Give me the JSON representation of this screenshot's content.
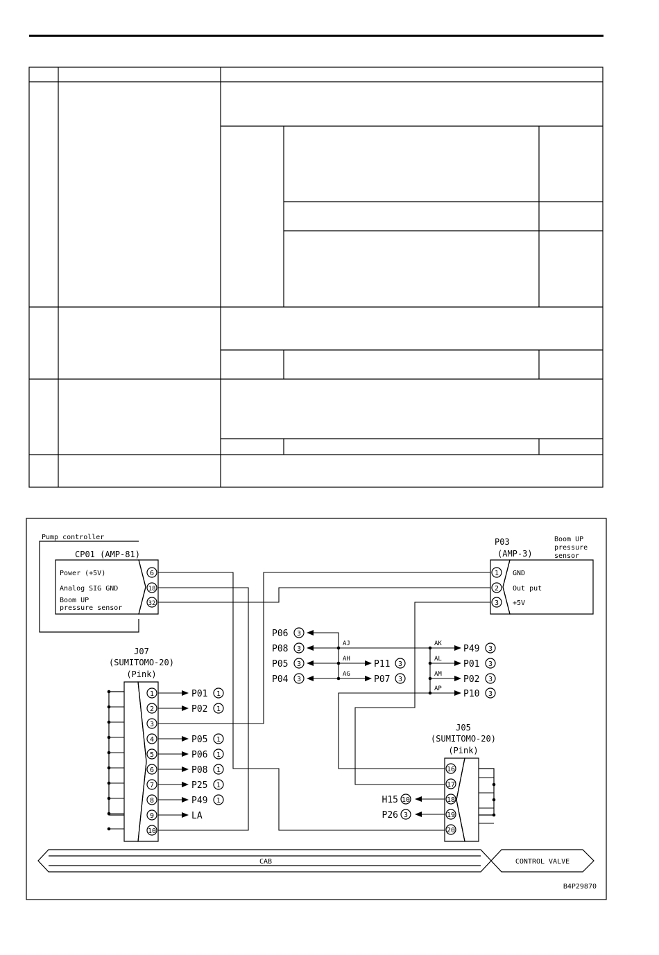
{
  "figure_code": "B4P29870",
  "pump_controller": {
    "title": "Pump controller",
    "connector": "CP01 (AMP-81)",
    "pins": [
      {
        "label": "Power (+5V)",
        "pin": "6"
      },
      {
        "label": "Analog SIG GND",
        "pin": "18"
      },
      {
        "label": "Boom UP",
        "label2": "pressure sensor",
        "pin": "32"
      }
    ]
  },
  "sensor": {
    "connector": "P03",
    "type": "(AMP-3)",
    "title_lines": [
      "Boom UP",
      "pressure",
      "sensor"
    ],
    "pins": [
      {
        "pin": "1",
        "label": "GND"
      },
      {
        "pin": "2",
        "label": "Out put"
      },
      {
        "pin": "3",
        "label": "+5V"
      }
    ]
  },
  "j07": {
    "name": "J07",
    "type": "(SUMITOMO-20)",
    "color": "(Pink)",
    "pins": [
      {
        "pin": "1",
        "dest": "P01",
        "dest_pin": "1"
      },
      {
        "pin": "2",
        "dest": "P02",
        "dest_pin": "1"
      },
      {
        "pin": "3",
        "dest": "",
        "dest_pin": ""
      },
      {
        "pin": "4",
        "dest": "P05",
        "dest_pin": "1"
      },
      {
        "pin": "5",
        "dest": "P06",
        "dest_pin": "1"
      },
      {
        "pin": "6",
        "dest": "P08",
        "dest_pin": "1"
      },
      {
        "pin": "7",
        "dest": "P25",
        "dest_pin": "1"
      },
      {
        "pin": "8",
        "dest": "P49",
        "dest_pin": "1"
      },
      {
        "pin": "9",
        "dest": "LA",
        "dest_pin": ""
      },
      {
        "pin": "10",
        "dest": "",
        "dest_pin": ""
      }
    ]
  },
  "j05": {
    "name": "J05",
    "type": "(SUMITOMO-20)",
    "color": "(Pink)",
    "pins": [
      {
        "pin": "16",
        "dest": "",
        "dest_pin": ""
      },
      {
        "pin": "17",
        "dest": "",
        "dest_pin": ""
      },
      {
        "pin": "18",
        "dest": "H15",
        "dest_pin": "10"
      },
      {
        "pin": "19",
        "dest": "P26",
        "dest_pin": "3"
      },
      {
        "pin": "20",
        "dest": "",
        "dest_pin": ""
      }
    ]
  },
  "left_branch": {
    "left": [
      {
        "name": "P06",
        "pin": "3"
      },
      {
        "name": "P08",
        "pin": "3"
      },
      {
        "name": "P05",
        "pin": "3"
      },
      {
        "name": "P04",
        "pin": "3"
      }
    ],
    "splices": [
      "AJ",
      "AH",
      "AG"
    ],
    "right": [
      {
        "name": "P11",
        "pin": "3"
      },
      {
        "name": "P07",
        "pin": "3"
      }
    ]
  },
  "right_branch": {
    "splices": [
      "AK",
      "AL",
      "AM",
      "AP"
    ],
    "dests": [
      {
        "name": "P49",
        "pin": "3"
      },
      {
        "name": "P01",
        "pin": "3"
      },
      {
        "name": "P02",
        "pin": "3"
      },
      {
        "name": "P10",
        "pin": "3"
      }
    ]
  },
  "zones": {
    "cab": "CAB",
    "control_valve": "CONTROL VALVE"
  }
}
